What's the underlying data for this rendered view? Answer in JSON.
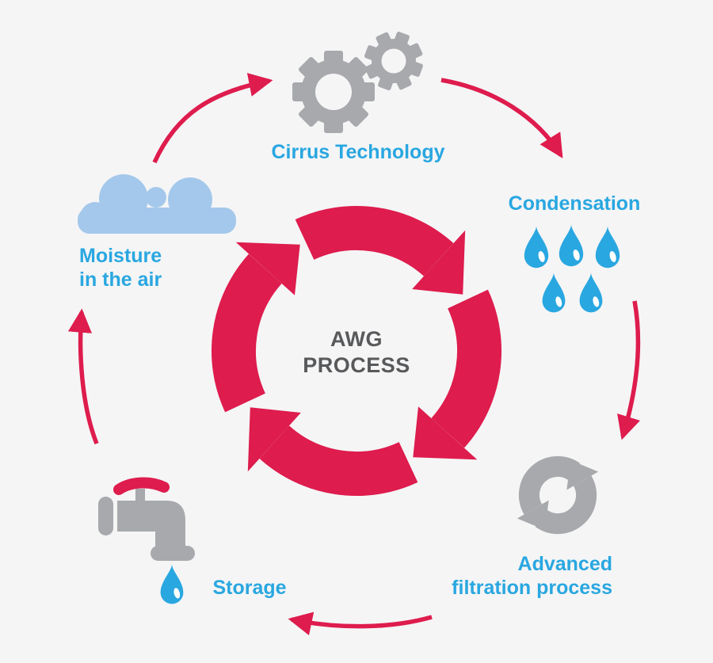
{
  "diagram": {
    "center": {
      "line1": "AWG",
      "line2": "PROCESS"
    },
    "stages": [
      {
        "name": "cirrus-technology",
        "label": "Cirrus Technology",
        "icon": "gears-icon"
      },
      {
        "name": "condensation",
        "label": "Condensation",
        "icon": "water-drops-icon",
        "droplet_count": 5
      },
      {
        "name": "advanced-filtration",
        "label_line1": "Advanced",
        "label_line2": "filtration process",
        "icon": "sync-arrows-icon"
      },
      {
        "name": "storage",
        "label": "Storage",
        "icon": "faucet-icon"
      },
      {
        "name": "moisture-in-the-air",
        "label_line1": "Moisture",
        "label_line2": "in the air",
        "icon": "cloud-icon"
      }
    ]
  },
  "colors": {
    "accent_red": "#de1c4d",
    "label_blue": "#29a7e0",
    "icon_gray": "#a7a9ac",
    "cloud_blue": "#a4c8eb",
    "drop_blue": "#29a7e0",
    "text_dark": "#58595b",
    "background": "#f5f5f6"
  }
}
